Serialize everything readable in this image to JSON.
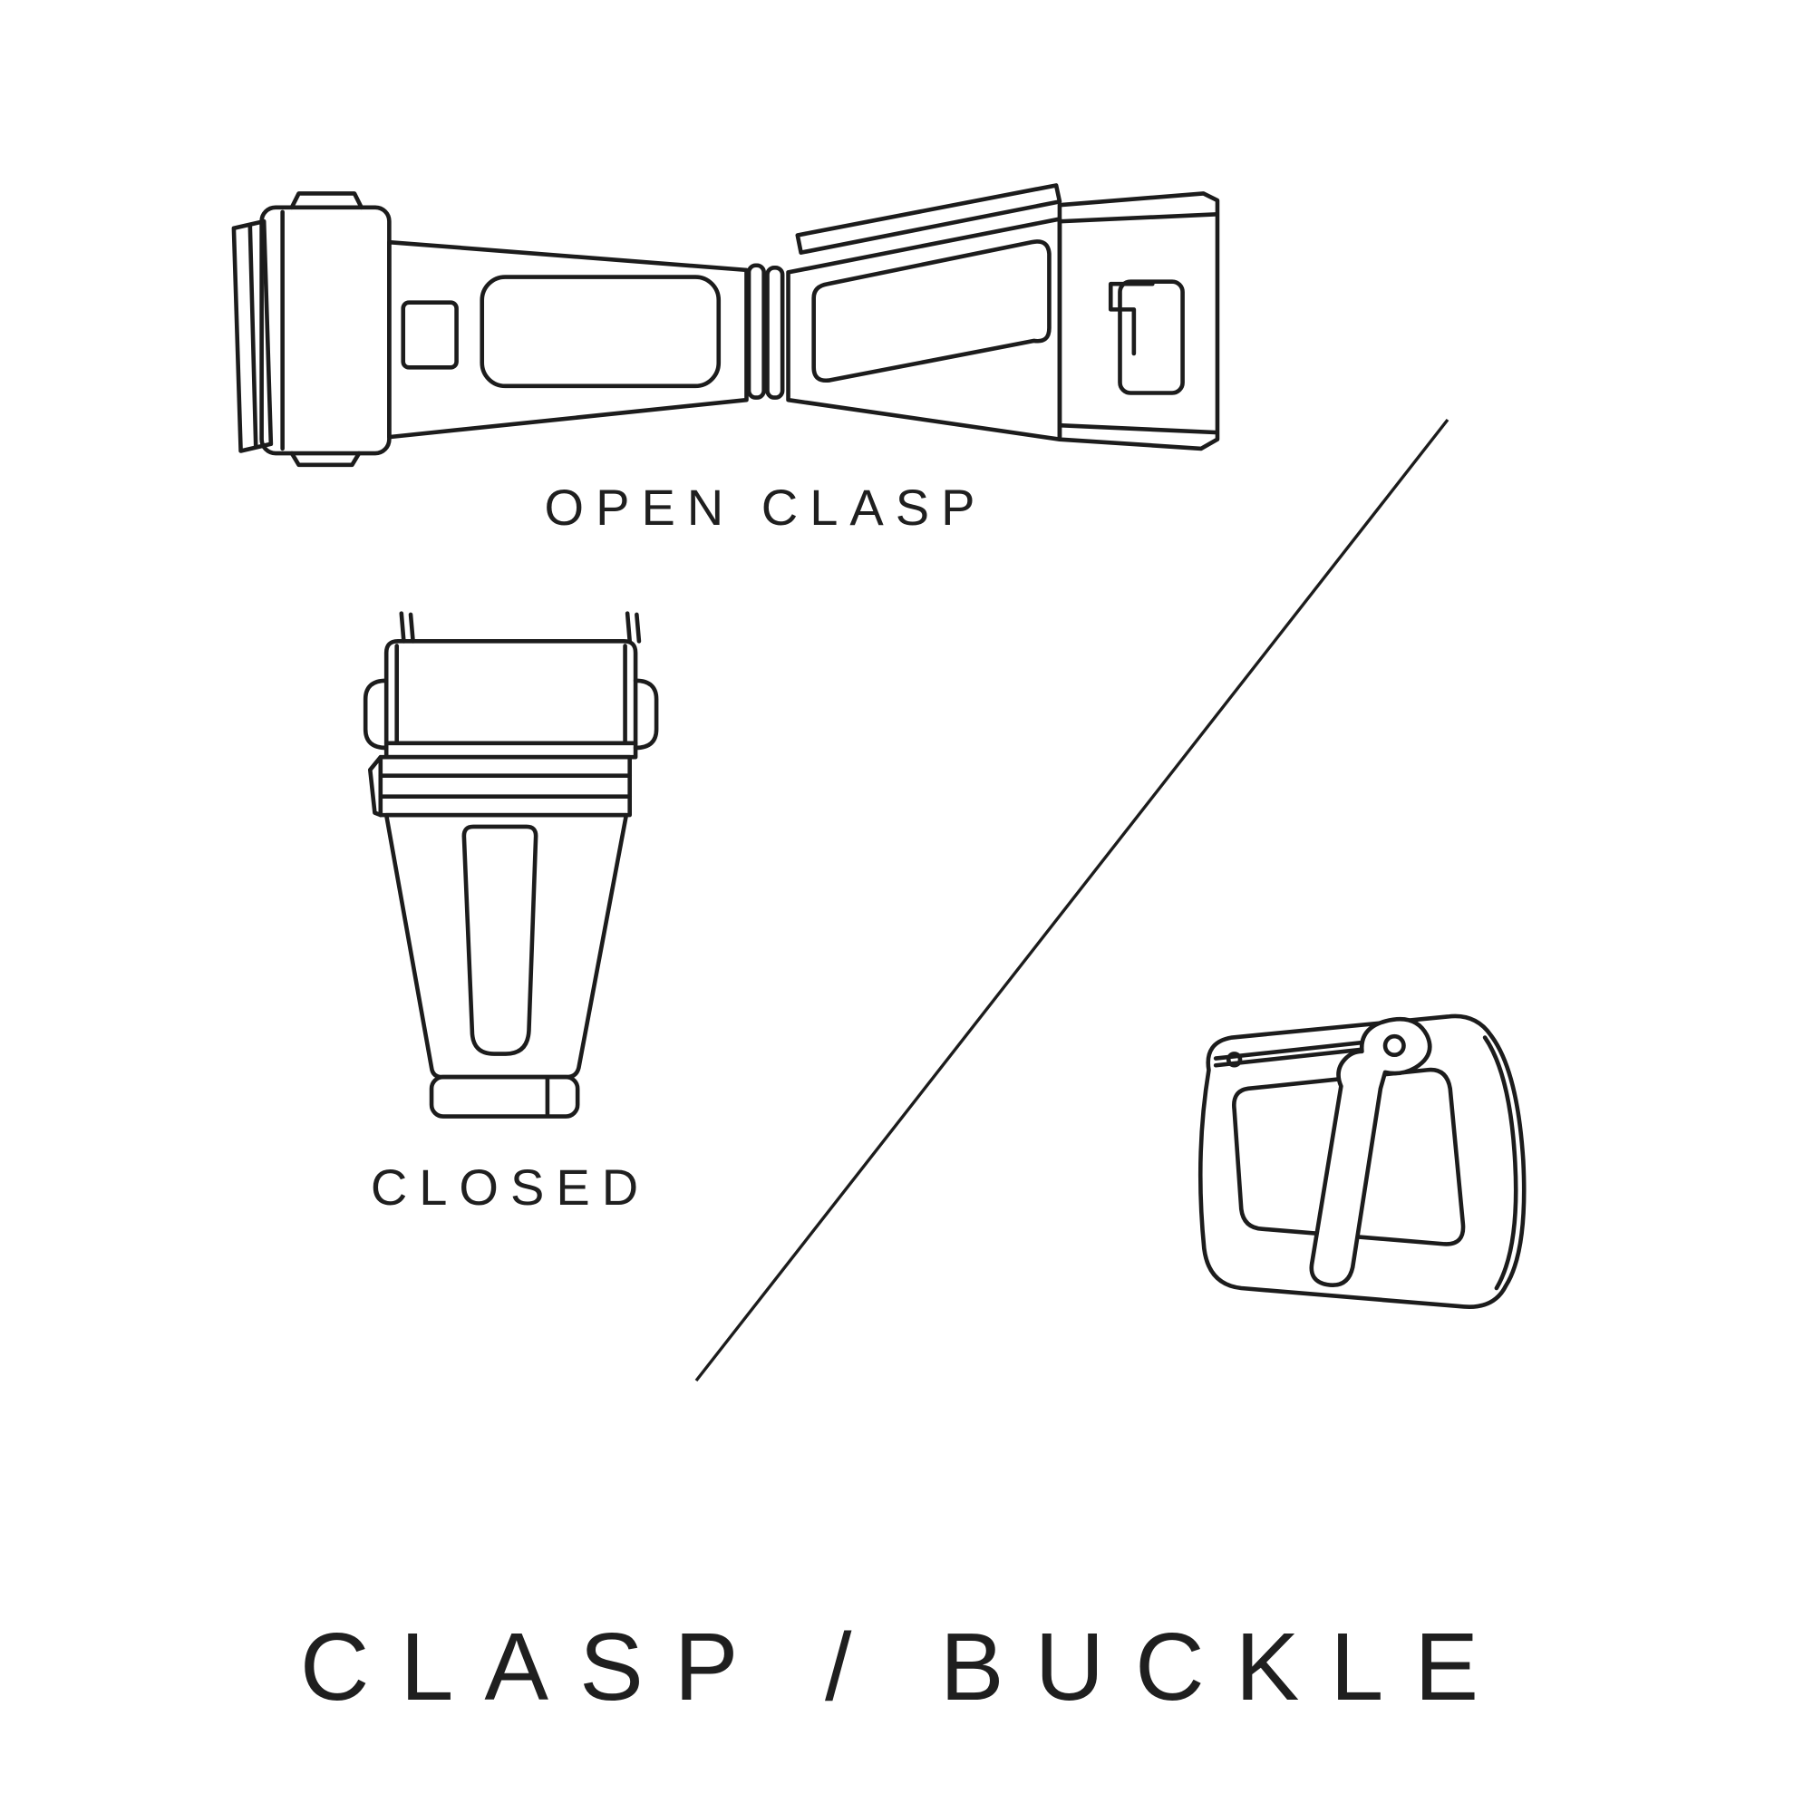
{
  "canvas": {
    "background": "#ffffff",
    "ink": "#1c1c1c"
  },
  "figures": {
    "open_clasp": {
      "label": "OPEN CLASP",
      "icon": "open-clasp-illustration"
    },
    "closed_clasp": {
      "label": "CLOSED",
      "icon": "closed-clasp-illustration"
    },
    "buckle": {
      "icon": "buckle-illustration"
    }
  },
  "divider": {
    "icon": "diagonal-divider-line"
  },
  "title": "CLASP / BUCKLE"
}
